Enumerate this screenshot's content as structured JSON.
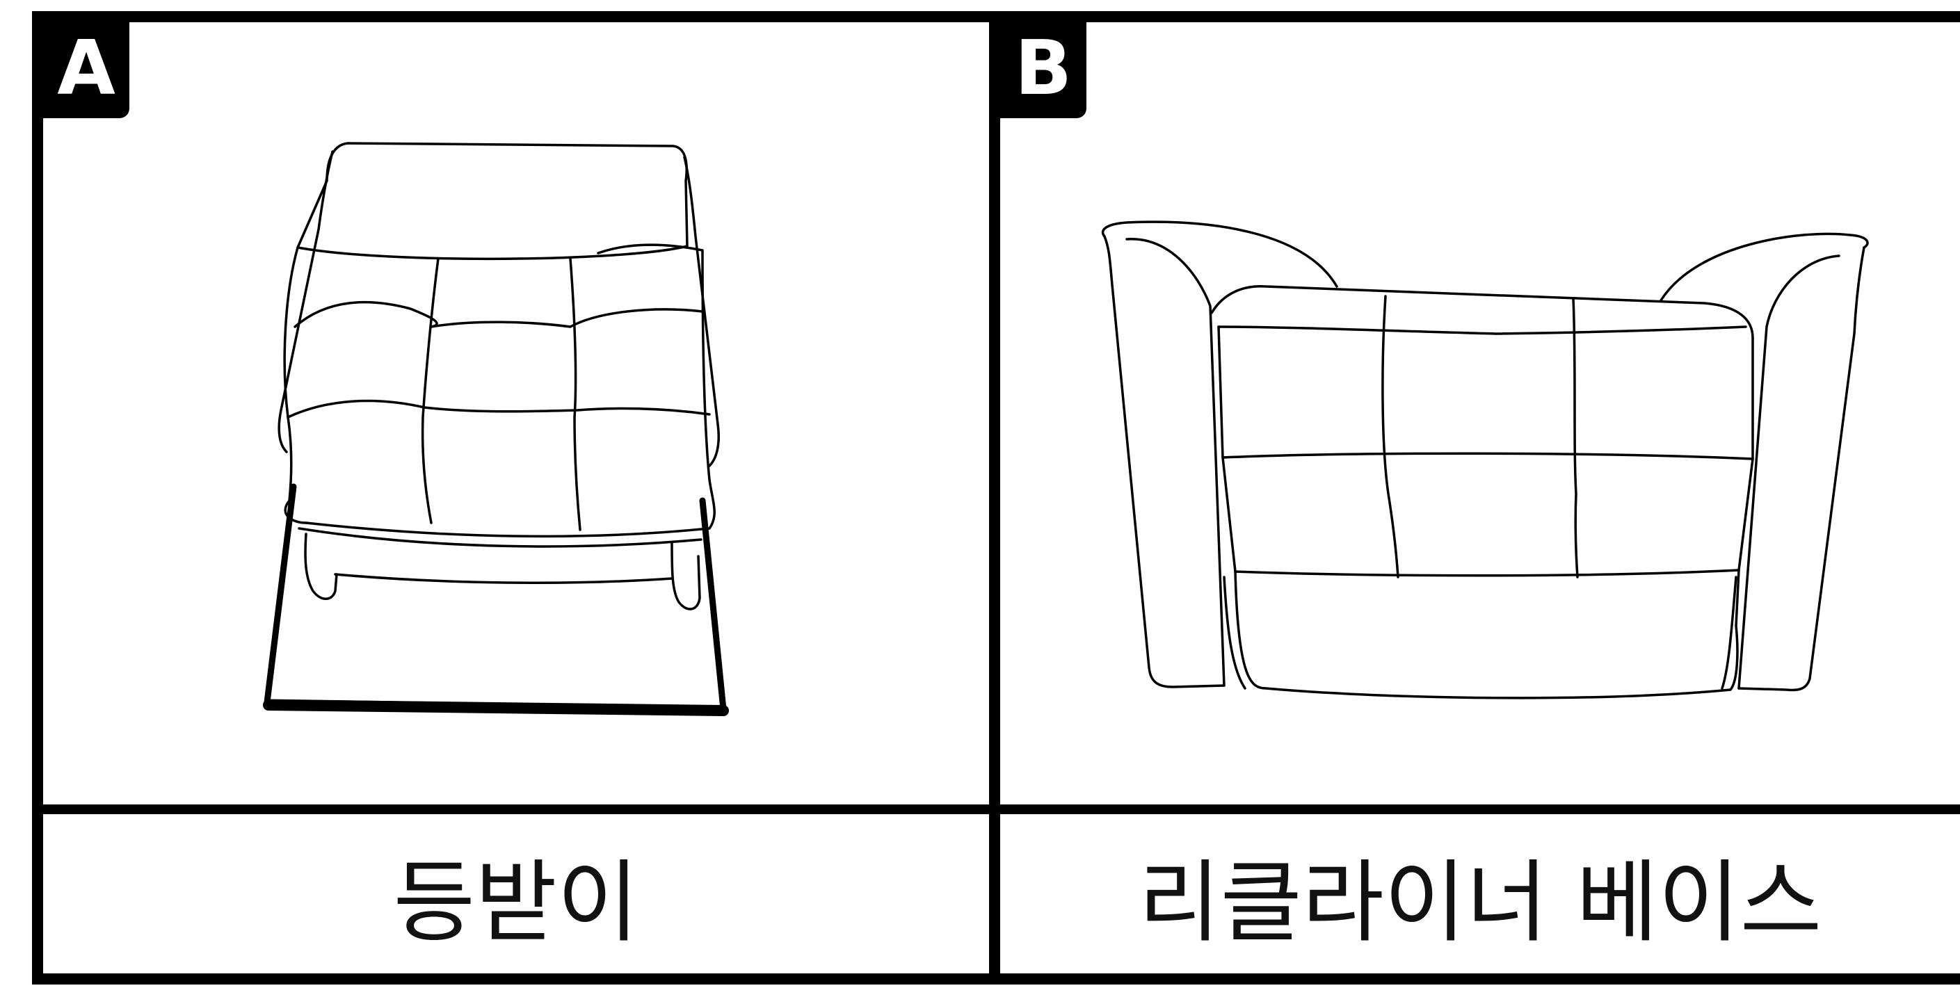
{
  "panels": [
    {
      "label": "A",
      "caption": "등받이",
      "icon": "recliner-backrest-icon"
    },
    {
      "label": "B",
      "caption": "리클라이너 베이스",
      "icon": "recliner-base-icon"
    }
  ]
}
